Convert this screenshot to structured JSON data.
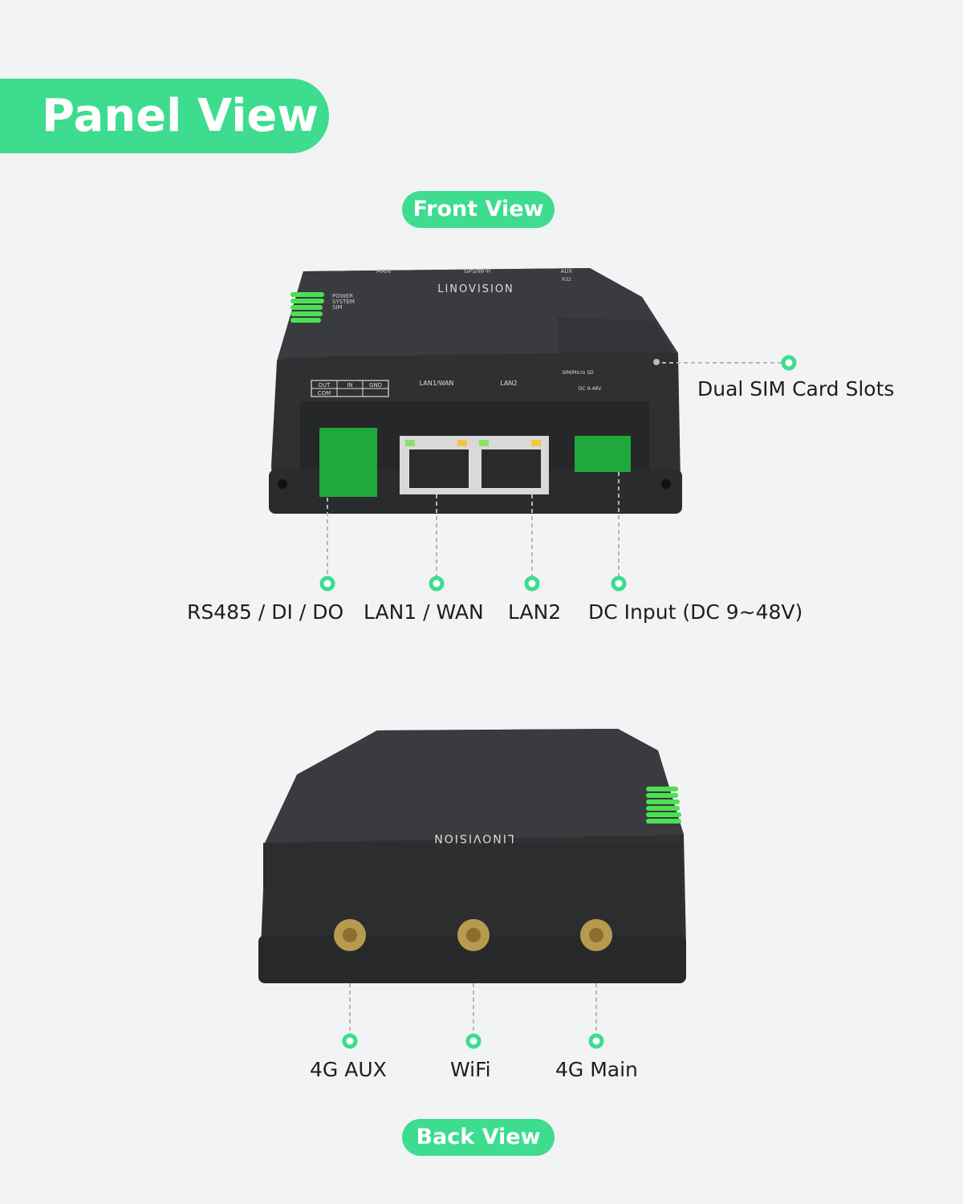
{
  "header": {
    "title": "Panel View"
  },
  "front": {
    "title": "Front View",
    "device": {
      "brand": "LINOVISION",
      "antenna_labels": [
        "MAIN",
        "GPS/Wi-Fi",
        "AUX"
      ],
      "model": "R32",
      "leds": [
        "POWER",
        "SYSTEM",
        "SIM"
      ],
      "port_labels": [
        "OUT",
        "IN",
        "GND",
        "COM",
        "LAN1/WAN",
        "LAN2",
        "SIM/Micro SD",
        "DC 9-48V"
      ]
    },
    "callouts": [
      "RS485 / DI / DO",
      "LAN1 / WAN",
      "LAN2",
      "DC Input (DC 9~48V)",
      "Dual SIM Card Slots"
    ]
  },
  "back": {
    "title": "Back View",
    "callouts": [
      "4G AUX",
      "WiFi",
      "4G Main"
    ]
  },
  "colors": {
    "accent": "#3ddc8e",
    "device": "#2e2f31",
    "connector": "#1fa83c",
    "antenna": "#b89a4e"
  }
}
